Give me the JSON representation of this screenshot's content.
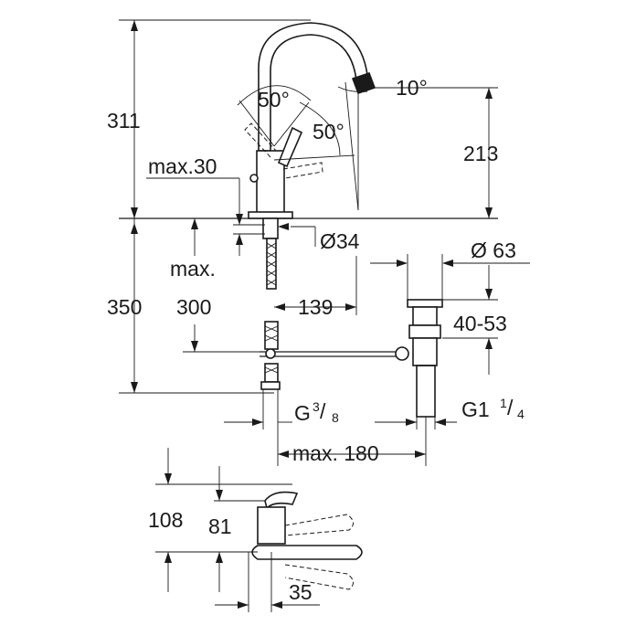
{
  "dimensions": {
    "height_total": "311",
    "height_spout": "213",
    "handle_angle_back": "50°",
    "handle_angle_side": "50°",
    "spout_angle": "10°",
    "deck_thickness_max": "max.30",
    "hole_diameter": "Ø34",
    "popup_diameter": "Ø 63",
    "max_label": "max.",
    "below_deck_max": "350",
    "hose_length": "300",
    "spout_to_drain": "139",
    "drain_range": "40-53",
    "thread_inlet": "G",
    "thread_inlet_num": "3",
    "thread_inlet_den": "8",
    "thread_drain": "G1",
    "thread_drain_num": "1",
    "thread_drain_den": "4",
    "rod_length": "max. 180",
    "side_height_108": "108",
    "side_height_81": "81",
    "side_offset_35": "35"
  },
  "colors": {
    "line": "#1a1a1a",
    "background": "#ffffff"
  }
}
